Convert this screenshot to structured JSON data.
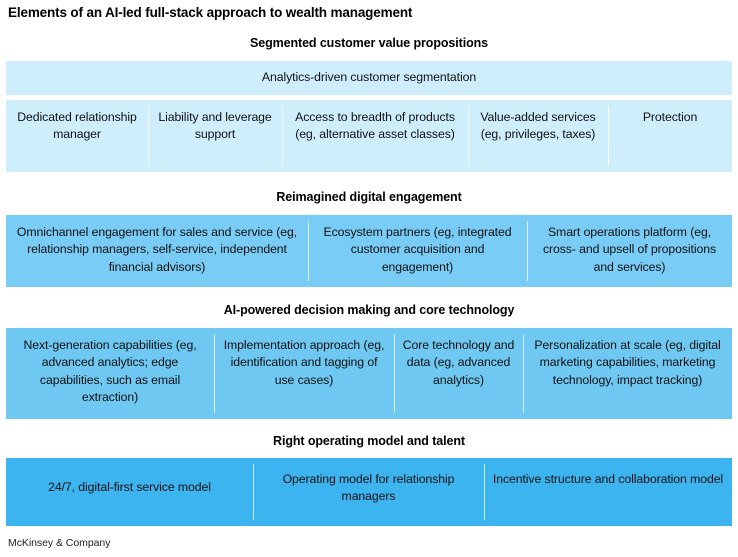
{
  "exhibit": {
    "title": "Elements of an AI-led full-stack approach to wealth management",
    "footer": "McKinsey & Company",
    "colors": {
      "light_blue": "#cfeefc",
      "mid_blue": "#79ccf5",
      "mid_blue_2": "#6ec8f2",
      "strong_blue": "#3cb4f0",
      "text": "#111111"
    }
  },
  "sections": [
    {
      "heading": "Segmented customer value propositions",
      "banner": {
        "label": "Analytics-driven customer segmentation",
        "tone": "light"
      },
      "tone": "light",
      "items": [
        "Dedicated relationship manager",
        "Liability and leverage support",
        "Access to breadth of products (eg, alternative asset classes)",
        "Value-added services (eg, privileges, taxes)",
        "Protection"
      ]
    },
    {
      "heading": "Reimagined digital engagement",
      "tone": "mid",
      "items": [
        "Omnichannel engagement for sales and service (eg, relationship managers, self-service, independent financial advisors)",
        "Ecosystem partners (eg, integrated customer acquisition and engagement)",
        "Smart operations platform (eg, cross- and upsell of propositions and services)"
      ]
    },
    {
      "heading": "AI-powered decision making and core technology",
      "tone": "mid2",
      "items": [
        "Next-generation capabilities (eg, advanced analytics; edge capabilities, such as email extraction)",
        "Implementation approach (eg, identification and tagging of use cases)",
        "Core technology and data (eg, advanced analytics)",
        "Personalization at scale (eg, digital marketing capabilities, marketing technology, impact tracking)"
      ]
    },
    {
      "heading": "Right operating model and talent",
      "tone": "strong",
      "items": [
        "24/7, digital-first service model",
        "Operating model for relationship managers",
        "Incentive structure and collaboration model"
      ]
    }
  ]
}
